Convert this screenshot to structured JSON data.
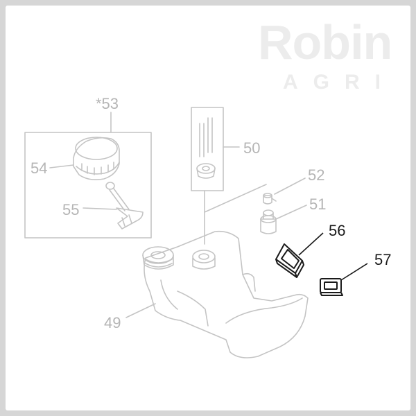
{
  "brand": {
    "name": "Robin",
    "tagline": "AGRI"
  },
  "callouts": {
    "p53": "*53",
    "p54": "54",
    "p55": "55",
    "p50": "50",
    "p52": "52",
    "p51": "51",
    "p49": "49",
    "p56": "56",
    "p57": "57"
  },
  "colors": {
    "faded_line": "#c4c4c4",
    "faded_text": "#b5b5b5",
    "highlight": "#1a1a1a",
    "background": "#d6d6d6"
  }
}
